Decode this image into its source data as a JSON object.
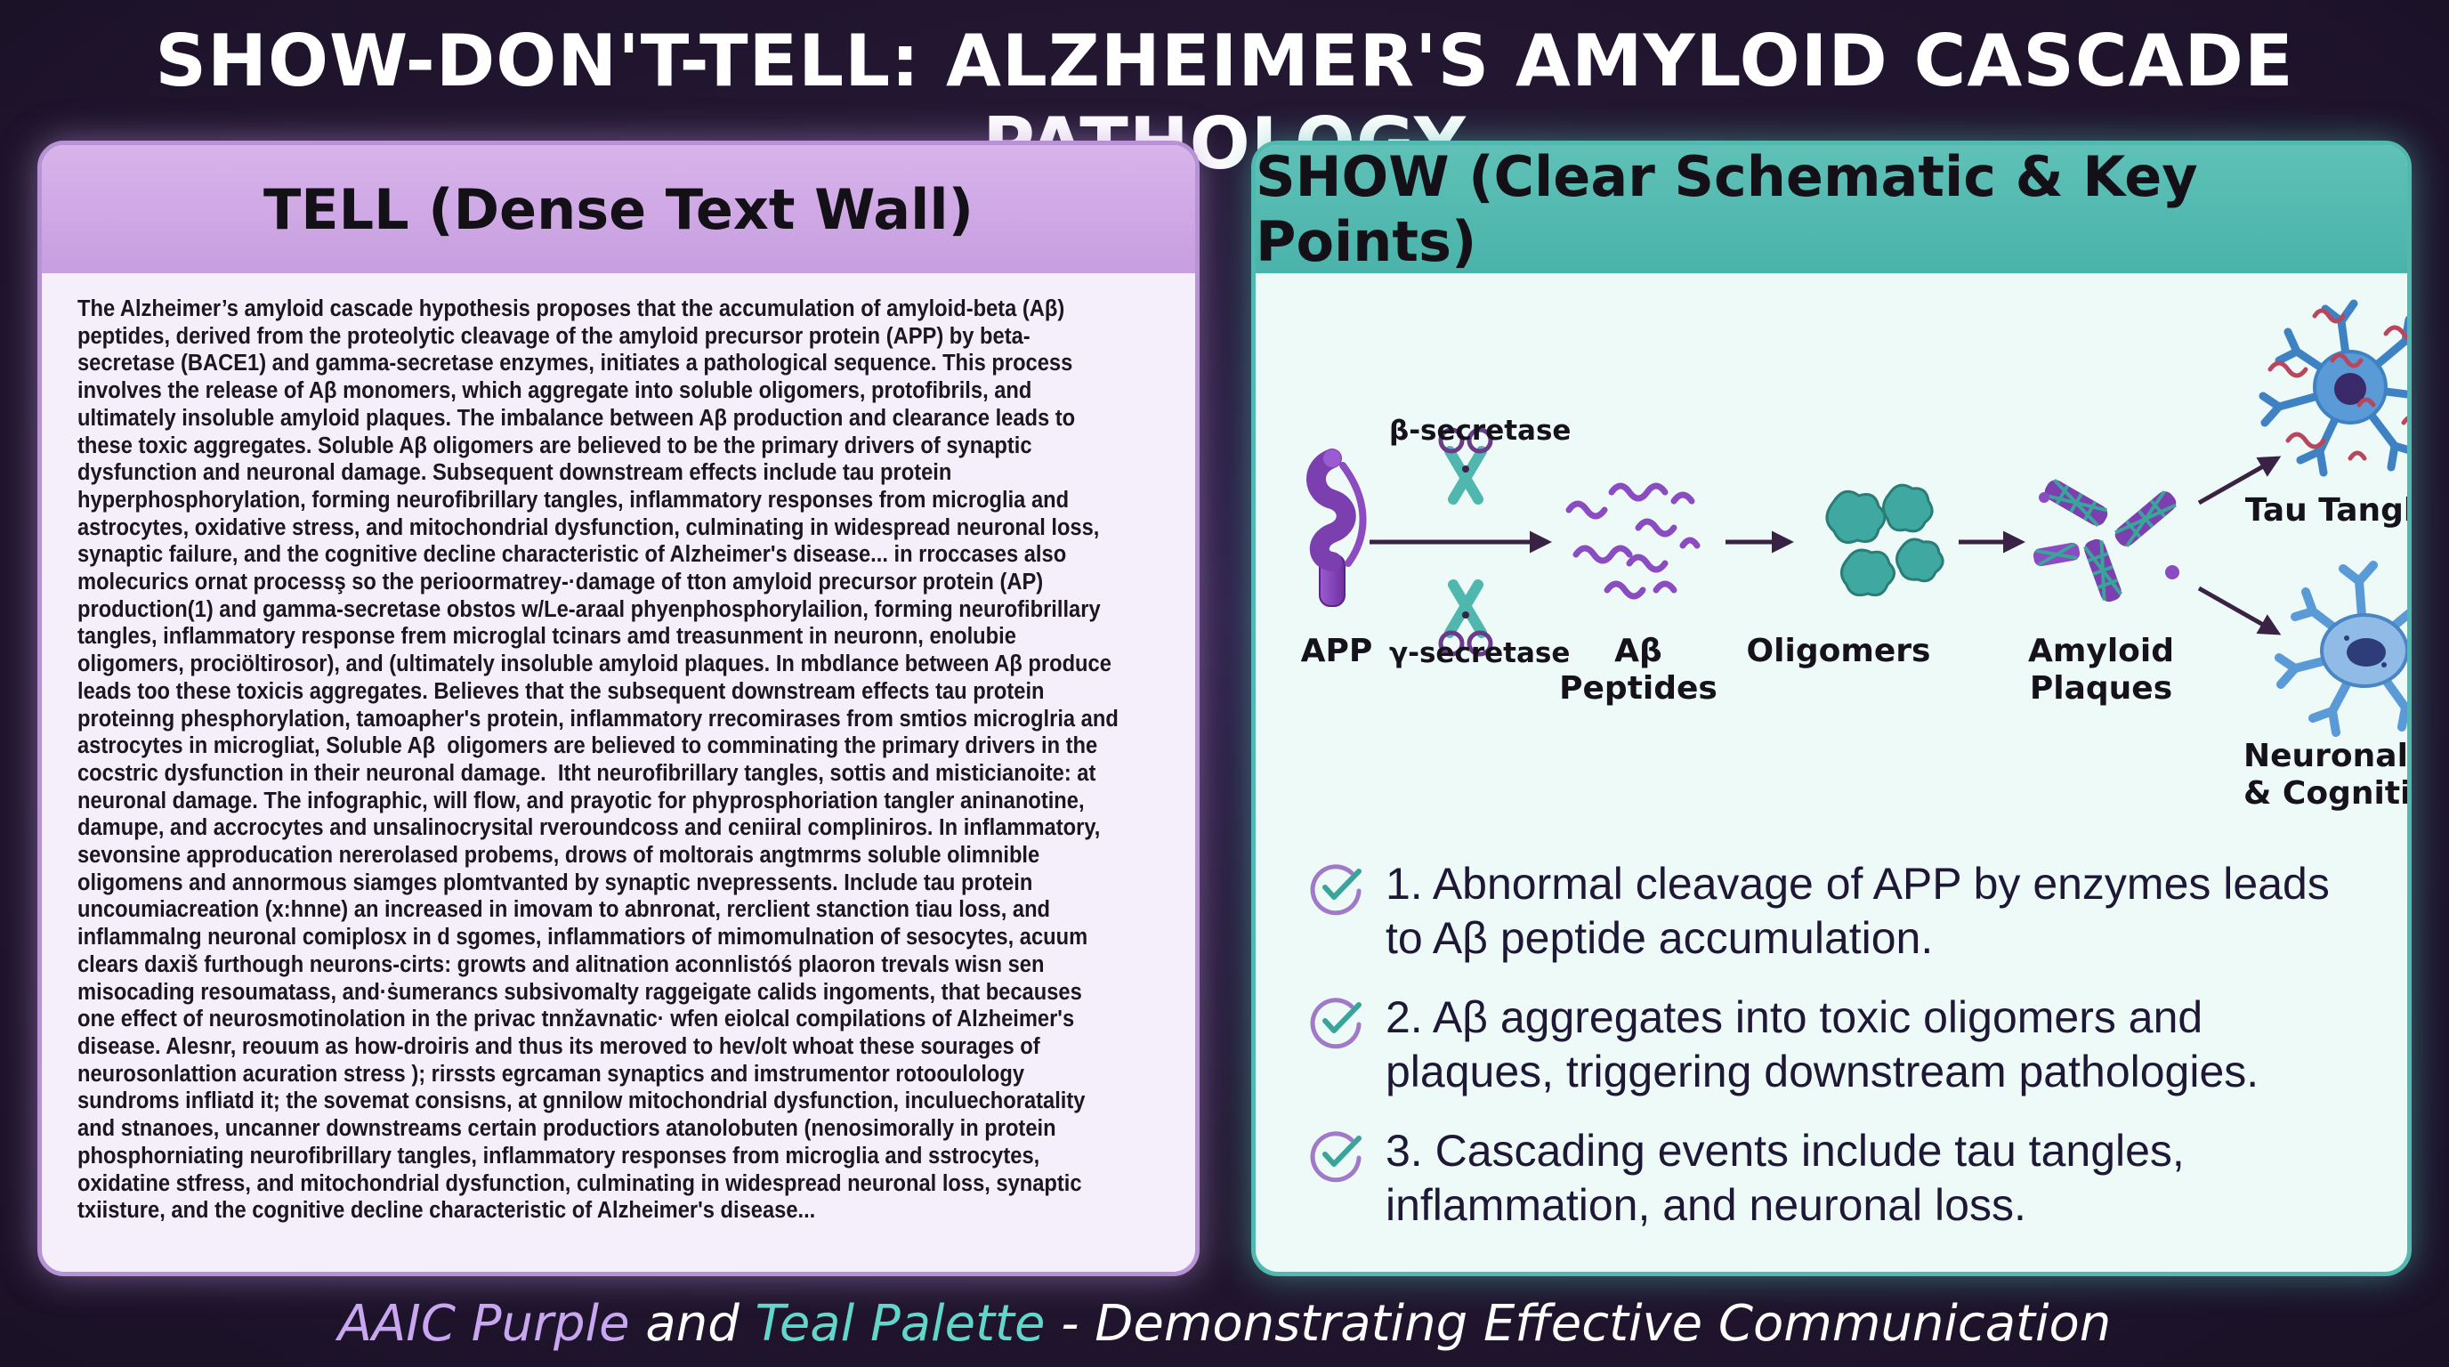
{
  "title": "SHOW-DON'T-TELL: ALZHEIMER'S AMYLOID CASCADE PATHOLOGY",
  "tell_panel": {
    "heading": "TELL (Dense Text Wall)",
    "text": "The Alzheimer’s amyloid cascade hypothesis proposes that the accumulation of amyloid-beta (Aβ)\npeptides, derived from the proteolytic cleavage of the amyloid precursor protein (APP) by beta-\nsecretase (BACE1) and gamma-secretase enzymes, initiates a pathological sequence. This process\ninvolves the release of Aβ monomers, which aggregate into soluble oligomers, protofibrils, and\nultimately insoluble amyloid plaques. The imbalance between Aβ production and clearance leads to\nthese toxic aggregates. Soluble Aβ oligomers are believed to be the primary drivers of synaptic\ndysfunction and neuronal damage. Subsequent downstream effects include tau protein\nhyperphosphorylation, forming neurofibrillary tangles, inflammatory responses from microglia and\nastrocytes, oxidative stress, and mitochondrial dysfunction, culminating in widespread neuronal loss,\nsynaptic failure, and the cognitive decline characteristic of Alzheimer's disease... in rroccases also\nmolecurics ornat processş so the perioormatrey-·damage of tton amyloid precursor protein (AP)\nproduction(1) and gamma-secretase obstos w/Le-araal phyenphosphorylailion, forming neurofibrillary\ntangles, inflammatory response frem microglal tcinars amd treasunment in neuronn, enolubie\noligomers, prociöltirosor), and (ultimately insoluble amyloid plaques. In mbdlance between Aβ produce\nleads too these toxicis aggregates. Believes that the subsequent downstream effects tau protein\nproteinng phesphorylation, tamoapher's protein, inflammatory rrecomirases from smtios microglria and\nastrocytes in microgliat, Soluble Aβ  oligomers are believed to comminating the primary drivers in the\ncocstric dysfunction in their neuronal damage.  Itht neurofibrillary tangles, sottis and misticianoite: at\nneuronal damage. The infographic, will flow, and prayotic for phyprosphoriation tangler aninanotine,\ndamupe, and accrocytes and unsalinocrysital rveroundcoss and ceniiral compliniros. In inflammatory,\nsevonsine approducation nererolased probems, drows of moltorais angtmrms soluble olimnible\noligomens and annormous siamges plomtvanted by synaptic nvepressents. Include tau protein\nuncoumiacreation (x:hnne) an increased in imovam to abnronat, rerclient stanction tiau loss, and\ninflammalng neuronal comiplosx in d sgomes, inflammatiors of mimomulnation of sesocytes, acuum\nclears daxiš furthough neurons-cirts: growts and alitnation aconnlistóś plaoron trevals wisn sen\nmisocading resoumatass, and·ṡumerancs subsivomalty raggeigate calids ingoments, that becauses\none effect of neurosmotinolation in the privac tnnžavnatic· wfen eiolcal compilations of Alzheimer's\ndisease. Alesnr, reouum as how-droiris and thus its meroved to hev/olt whoat these sourages of\nneurosonlattion acuration stress ); rirssts egrcaman synaptics and imstrumentor rotooulology\nsundroms infliatd it; the sovemat consisns, at gnnilow mitochondrial dysfunction, inculuechoratality\nand stnanoes, uncanner downstreams certain productiors atanolobuten (nenosimorally in protein\nphosphorniating neurofibrillary tangles, inflammatory responses from microglia and sstrocytes,\noxidatine stfress, and mitochondrial dysfunction, culminating in widespread neuronal loss, synaptic\ntxiisture, and the cognitive decline characteristic of Alzheimer's disease..."
  },
  "show_panel": {
    "heading": "SHOW (Clear Schematic & Key Points)",
    "schematic": {
      "app": "APP",
      "beta_secretase": "β-secretase",
      "gamma_secretase": "γ-secretase",
      "ab_peptides": [
        "Aβ",
        "Peptides"
      ],
      "oligomers": "Oligomers",
      "amyloid_plaques": [
        "Amyloid",
        "Plaques"
      ],
      "tau_tangles": "Tau Tangles",
      "neuronal_damage": [
        "Neuronal Damage",
        "& Cognitive Decline"
      ]
    },
    "key_points": [
      [
        "1. Abnormal cleavage of APP by enzymes leads",
        "to Aβ peptide accumulation."
      ],
      [
        "2. Aβ aggregates into toxic oligomers and",
        "plaques, triggering downstream pathologies."
      ],
      [
        "3. Cascading events include tau tangles,",
        "inflammation, and neuronal loss."
      ]
    ]
  },
  "footer": {
    "purple": "AAIC Purple",
    "and": " and ",
    "teal": "Teal Palette",
    "rest": " - Demonstrating Effective Communication"
  },
  "colors": {
    "background": "#231733",
    "purple": "#b793d6",
    "teal": "#52b9b1",
    "accent_purple": "#7b3fb0",
    "accent_teal": "#3aa39a"
  },
  "icons": [
    "scissors-icon",
    "check-icon",
    "neuron-icon",
    "arrow-icon"
  ]
}
